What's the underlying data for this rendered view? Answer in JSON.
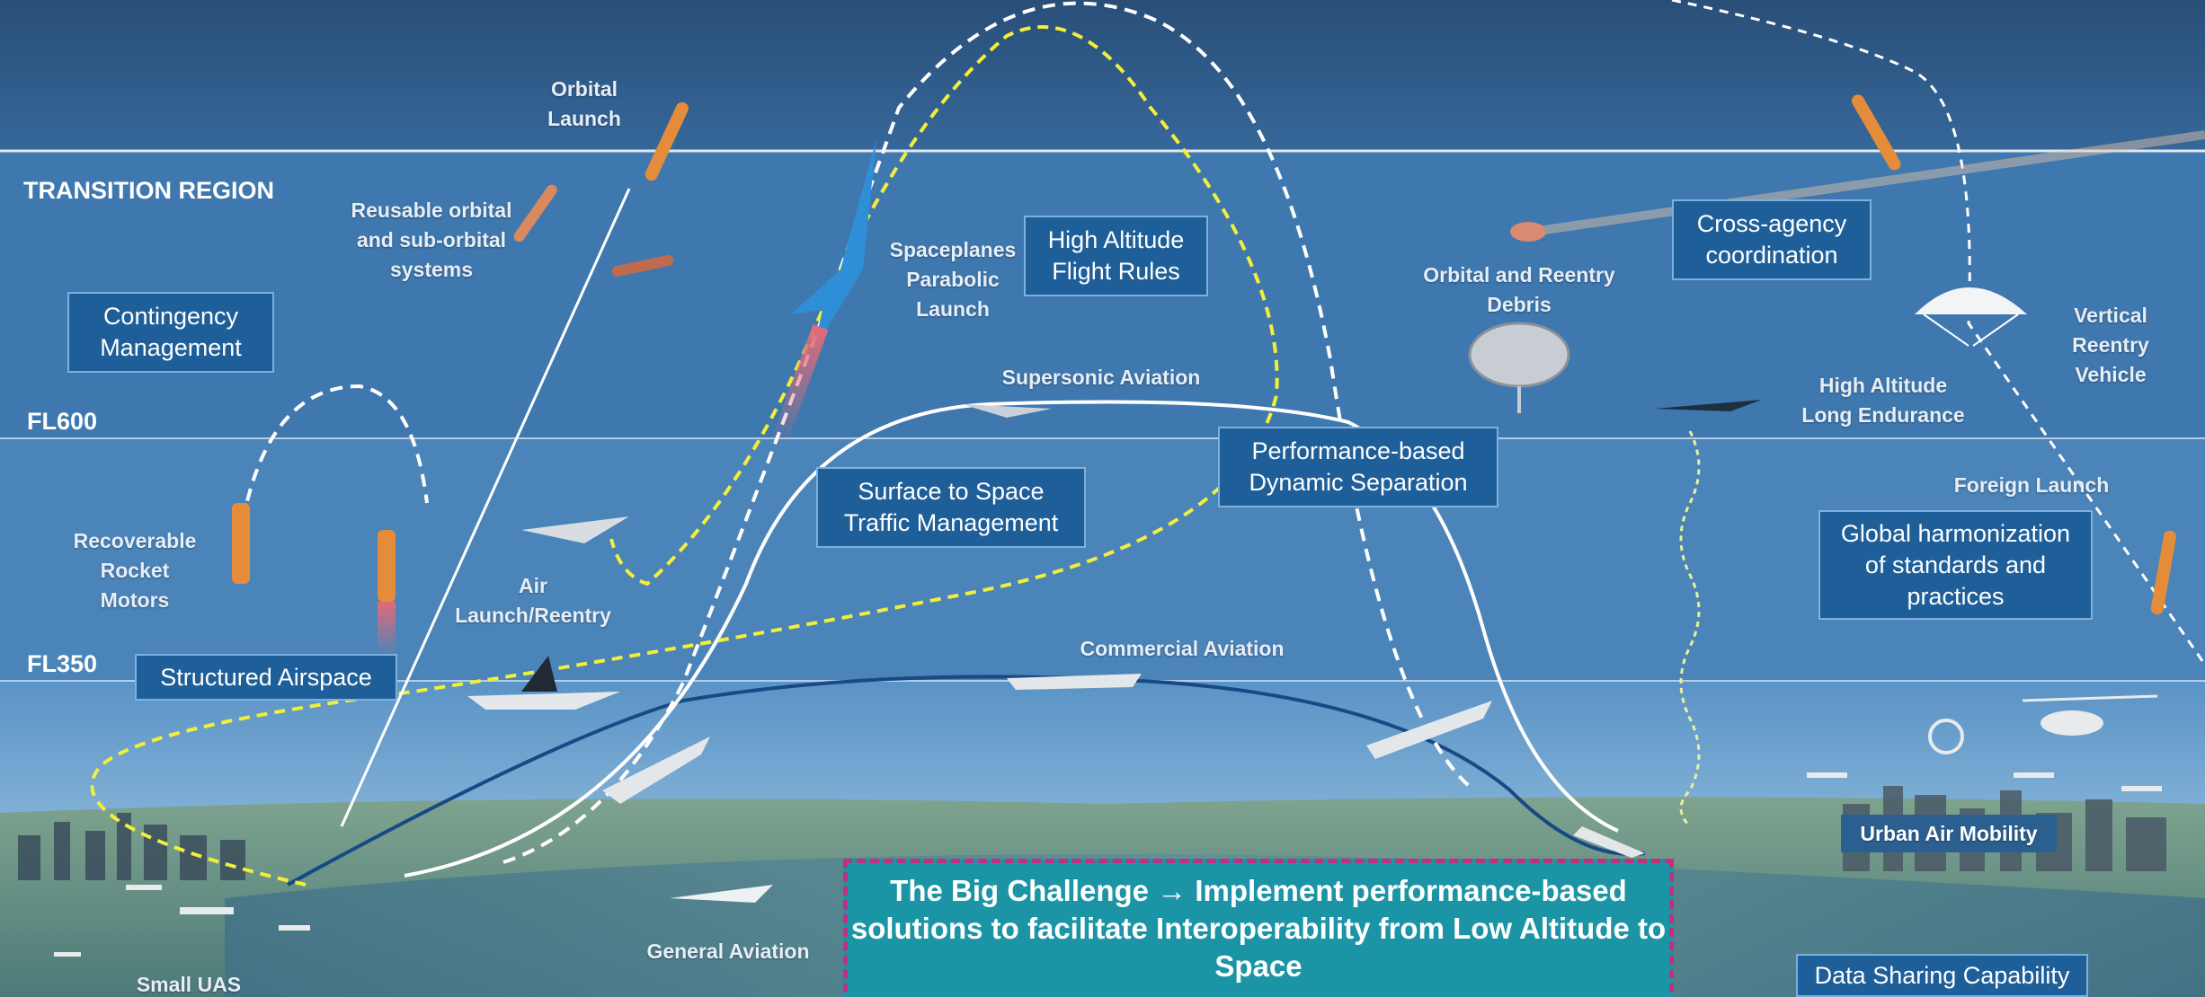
{
  "regions": {
    "transition": "TRANSITION REGION",
    "fl600": "FL600",
    "fl350": "FL350"
  },
  "labels": {
    "orbital_launch": "Orbital\nLaunch",
    "reusable_systems": "Reusable orbital\nand sub-orbital\nsystems",
    "spaceplanes": "Spaceplanes\nParabolic\nLaunch",
    "orbital_debris": "Orbital and Reentry\nDebris",
    "vertical_reentry": "Vertical\nReentry\nVehicle",
    "supersonic": "Supersonic Aviation",
    "hale": "High Altitude\nLong Endurance",
    "foreign_launch": "Foreign Launch",
    "recoverable_motors": "Recoverable\nRocket\nMotors",
    "air_launch": "Air\nLaunch/Reentry",
    "commercial": "Commercial Aviation",
    "urban_air": "Urban Air Mobility",
    "general_aviation": "General Aviation",
    "small_uas": "Small UAS"
  },
  "boxes": {
    "contingency": "Contingency\nManagement",
    "high_altitude_rules": "High Altitude\nFlight Rules",
    "cross_agency": "Cross-agency\ncoordination",
    "performance_separation": "Performance-based\nDynamic Separation",
    "surface_to_space": "Surface to Space\nTraffic Management",
    "global_harmonization": "Global harmonization\nof standards and\npractices",
    "structured_airspace": "Structured Airspace",
    "data_sharing": "Data Sharing Capability"
  },
  "challenge": "The Big Challenge → Implement performance-based solutions to facilitate Interoperability from Low Altitude to Space",
  "colors": {
    "space_band": "#2e5b86",
    "transition_band": "#3d78b0",
    "mid_band": "#4a82b7",
    "low_band": "#5b93c5",
    "ground": "#6f8f7a",
    "box_fill": "#1f5f99",
    "challenge_fill": "#1b95a6",
    "challenge_border": "#c0307f",
    "trajectory_yellow": "#f2ee3a",
    "commercial_line": "#174a85"
  }
}
